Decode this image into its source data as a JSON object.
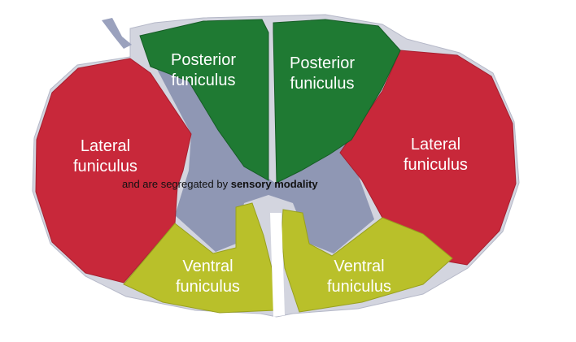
{
  "labels": {
    "posterior_left": [
      "Posterior",
      "funiculus"
    ],
    "posterior_right": [
      "Posterior",
      "funiculus"
    ],
    "lateral_left": [
      "Lateral",
      "funiculus"
    ],
    "lateral_right": [
      "Lateral",
      "funiculus"
    ],
    "ventral_left": [
      "Ventral",
      "funiculus"
    ],
    "ventral_right": [
      "Ventral",
      "funiculus"
    ]
  },
  "caption": {
    "text": "and are segregated by ",
    "emphasis": "sensory modality"
  },
  "colors": {
    "posterior": "#1f7a33",
    "lateral": "#c8283a",
    "ventral": "#b9c02a",
    "gray_matter": "#8f97b4",
    "tissue_outline": "#c9cbd8"
  }
}
